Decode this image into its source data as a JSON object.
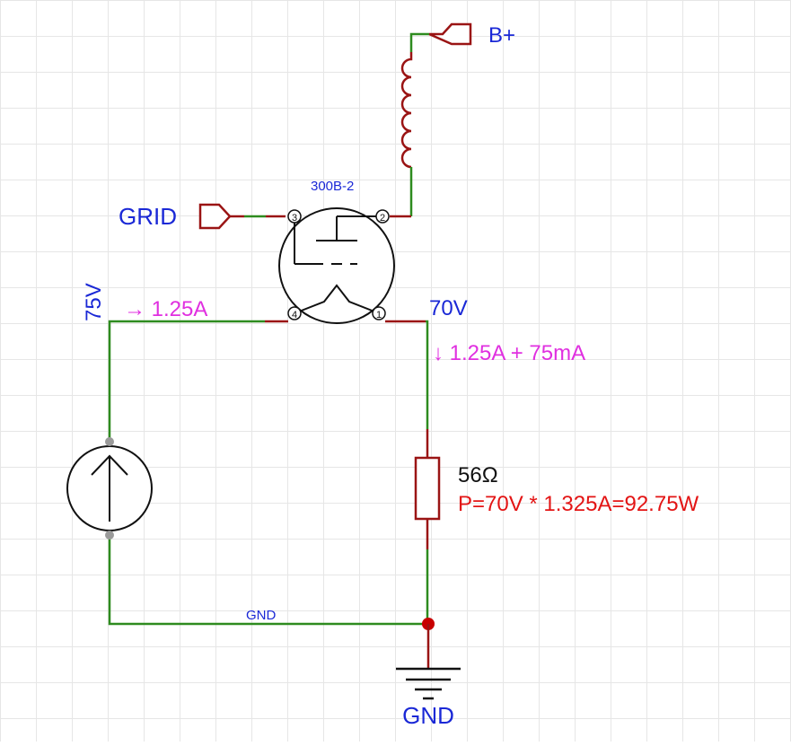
{
  "colors": {
    "wire": "#2e8b1f",
    "pin": "#9a1414",
    "net_label": "#1a28d6",
    "current": "#e030e0",
    "power": "#e31414",
    "junction": "#c80000",
    "pin_dot": "#9a9a9a"
  },
  "labels": {
    "bplus": "B+",
    "grid": "GRID",
    "tube_name": "300B-2",
    "v75": "75V",
    "v70": "70V",
    "gnd_net": "GND",
    "gnd_port": "GND",
    "pin3": "3",
    "pin2": "2",
    "pin4": "4",
    "pin1": "1"
  },
  "annotations": {
    "current_left": "→ 1.25A",
    "current_right": "↓ 1.25A + 75mA",
    "resistor_value": "56Ω",
    "power_calc": "P=70V * 1.325A=92.75W"
  }
}
